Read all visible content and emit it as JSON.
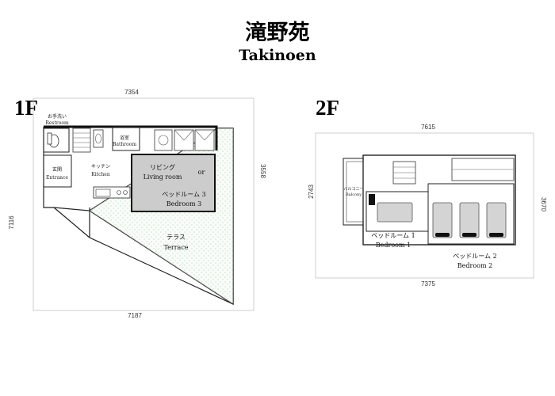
{
  "header": {
    "title_jp": "滝野苑",
    "title_en": "Takinoen"
  },
  "floor1": {
    "label": "1F",
    "dims": {
      "top": "7354",
      "bottom": "7187",
      "left": "7116",
      "right": "3558"
    },
    "rooms": {
      "restroom_jp": "お手洗い",
      "restroom_en": "Restroom",
      "bathroom_jp": "浴室",
      "bathroom_en": "Bathroom",
      "entrance_jp": "玄関",
      "entrance_en": "Entrance",
      "kitchen_jp": "キッチン",
      "kitchen_en": "Kitchen",
      "living_jp": "リビング",
      "living_en": "Living room",
      "or": "or",
      "bedroom3_jp": "ベッドルーム 3",
      "bedroom3_en": "Bedroom 3",
      "terrace_jp": "テラス",
      "terrace_en": "Terrace"
    },
    "colors": {
      "room_fill": "#cccccc",
      "terrace_fill": "#f4faf4",
      "terrace_dots": "#5aa55a"
    }
  },
  "floor2": {
    "label": "2F",
    "dims": {
      "top": "7615",
      "bottom": "7375",
      "left": "2743",
      "right": "3670"
    },
    "rooms": {
      "balcony_jp": "バルコニー",
      "balcony_en": "Balcony",
      "bedroom1_jp": "ベッドルーム 1",
      "bedroom1_en": "Bedroom 1",
      "bedroom2_jp": "ベッドルーム 2",
      "bedroom2_en": "Bedroom 2"
    },
    "colors": {
      "bed_fill": "#d4d4d4"
    }
  }
}
